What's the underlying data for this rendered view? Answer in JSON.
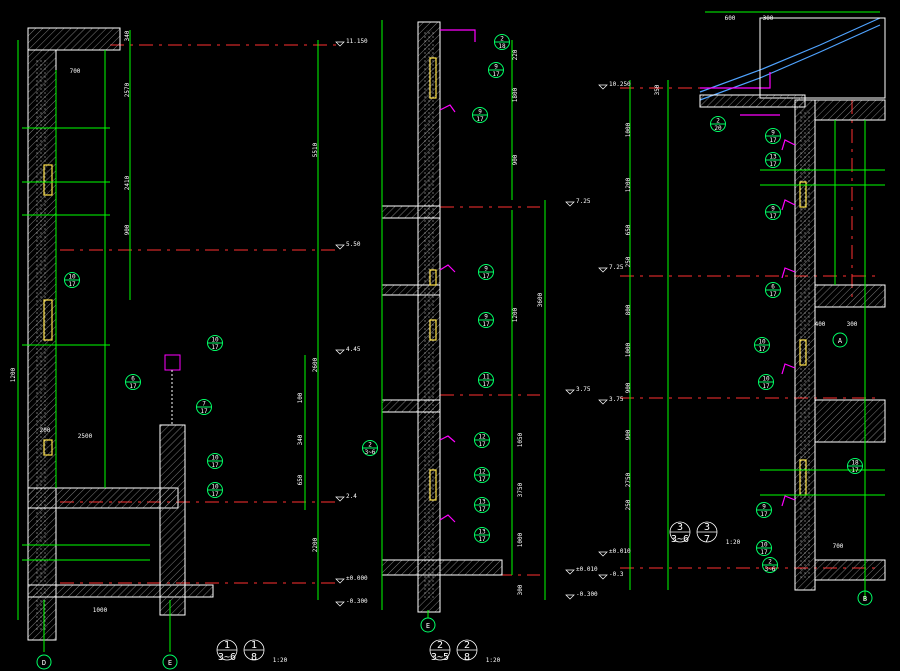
{
  "sections": [
    {
      "grid_labels": [
        "D",
        "E"
      ],
      "callouts": [
        {
          "top": "10",
          "bottom": "17"
        },
        {
          "top": "6",
          "bottom": "17"
        },
        {
          "top": "10",
          "bottom": "17"
        },
        {
          "top": "7",
          "bottom": "17"
        },
        {
          "top": "10",
          "bottom": "17"
        },
        {
          "top": "10",
          "bottom": "17"
        }
      ],
      "title_block": {
        "num_top": "1",
        "num_bottom": "3~6",
        "sheet_top": "1",
        "sheet_bottom": "8",
        "scale": "1:20"
      },
      "elevations": [
        "11.150",
        "5.50",
        "4.45",
        "2.4",
        "±0.000",
        "-0.300"
      ],
      "dims_vertical": [
        "340",
        "2570",
        "5510",
        "2410",
        "900",
        "2200",
        "1200",
        "2600",
        "100",
        "340",
        "650"
      ],
      "dims_horizontal": [
        "700",
        "200",
        "1000",
        "2500"
      ]
    },
    {
      "grid_labels": [
        "E"
      ],
      "callouts": [
        {
          "top": "2",
          "bottom": "18"
        },
        {
          "top": "9",
          "bottom": "17"
        },
        {
          "top": "9",
          "bottom": "17"
        },
        {
          "top": "9",
          "bottom": "17"
        },
        {
          "top": "9",
          "bottom": "17"
        },
        {
          "top": "11",
          "bottom": "17"
        },
        {
          "top": "12",
          "bottom": "17"
        },
        {
          "top": "12",
          "bottom": "17"
        },
        {
          "top": "13",
          "bottom": "17"
        },
        {
          "top": "13",
          "bottom": "17"
        },
        {
          "top": "2",
          "bottom": "3~6"
        }
      ],
      "title_block": {
        "num_top": "2",
        "num_bottom": "3~5",
        "sheet_top": "2",
        "sheet_bottom": "8",
        "scale": "1:20"
      },
      "elevations": [
        "7.25",
        "3.75",
        "±0.010",
        "-0.300"
      ],
      "dims_vertical": [
        "220",
        "1800",
        "900",
        "3600",
        "1200",
        "1050",
        "3750",
        "1000",
        "300"
      ],
      "dims_horizontal": []
    },
    {
      "grid_labels": [
        "A",
        "B"
      ],
      "callouts": [
        {
          "top": "2",
          "bottom": "20"
        },
        {
          "top": "9",
          "bottom": "17"
        },
        {
          "top": "13",
          "bottom": "17"
        },
        {
          "top": "9",
          "bottom": "17"
        },
        {
          "top": "6",
          "bottom": "17"
        },
        {
          "top": "10",
          "bottom": "17"
        },
        {
          "top": "10",
          "bottom": "17"
        },
        {
          "top": "18",
          "bottom": "17"
        },
        {
          "top": "9",
          "bottom": "17"
        },
        {
          "top": "10",
          "bottom": "17"
        },
        {
          "top": "2",
          "bottom": "3~6"
        }
      ],
      "title_block": {
        "num_top": "3",
        "num_bottom": "3~6",
        "sheet_top": "3",
        "sheet_bottom": "7",
        "scale": "1:20"
      },
      "elevations": [
        "10.250",
        "7.25",
        "3.75",
        "±0.010",
        "-0.3"
      ],
      "dims_vertical": [
        "1000",
        "350",
        "1200",
        "650",
        "250",
        "800",
        "1000",
        "900",
        "2750",
        "900",
        "250"
      ],
      "dims_horizontal": [
        "600",
        "300",
        "400",
        "300",
        "700"
      ]
    }
  ],
  "colors": {
    "background": "#000000",
    "dimension": "#00ff00",
    "wall": "#ffffff",
    "hatch": "#cfcfcf",
    "level_line": "#ff3030",
    "callout": "#00ff66",
    "window": "#ffe24a",
    "flashing": "#ff00ff",
    "roof_tile": "#4fa3ff"
  }
}
